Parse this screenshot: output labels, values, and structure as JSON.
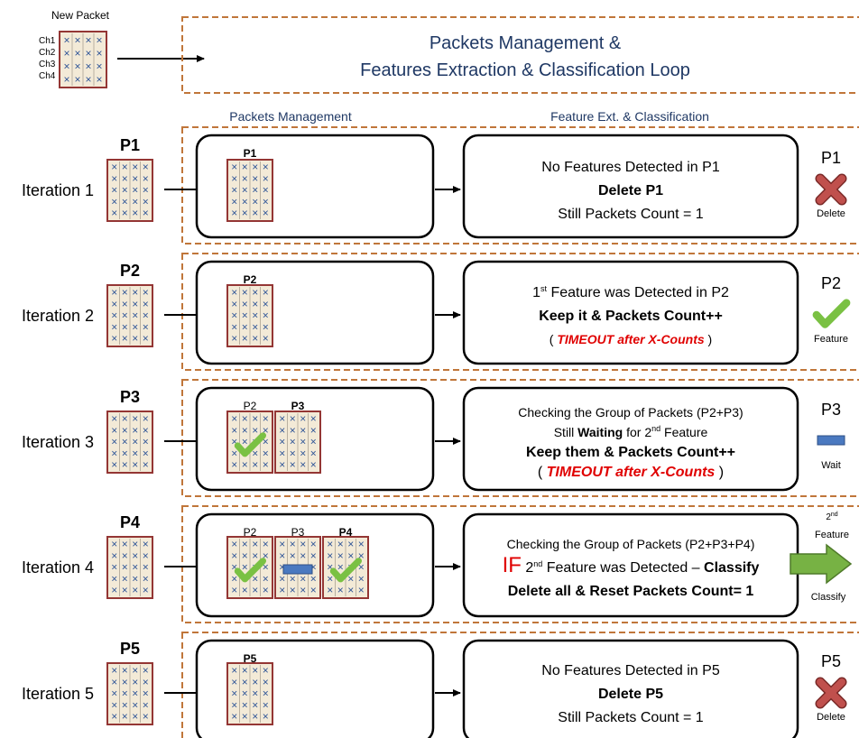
{
  "colors": {
    "packet_border": "#943634",
    "packet_fill": "#f3ead7",
    "x_mark": "#2f5597",
    "frame_dash": "#c0763a",
    "title_text": "#1f3864",
    "timeout_red": "#e00000",
    "check_green": "#7ac143",
    "delete_red": "#c0504d",
    "wait_blue": "#4a79c0",
    "arrow_green": "#77b244"
  },
  "new_packet": {
    "label": "New Packet",
    "channels": [
      "Ch1",
      "Ch2",
      "Ch3",
      "Ch4"
    ]
  },
  "header": {
    "line1": "Packets Management &",
    "line2": "Features Extraction & Classification Loop"
  },
  "columns": {
    "management": "Packets Management",
    "classification": "Feature Ext. & Classification"
  },
  "mark_glyph": "×",
  "iterations": [
    {
      "label": "Iteration 1",
      "packet": "P1",
      "buffer": [
        {
          "label": "P1",
          "bold": true,
          "overlay": ""
        }
      ],
      "text": [
        {
          "segs": [
            {
              "t": "No Features Detected in P1"
            }
          ]
        },
        {
          "segs": [
            {
              "t": "Delete P1",
              "b": true
            }
          ]
        },
        {
          "segs": [
            {
              "t": "Still Packets Count = 1"
            }
          ]
        }
      ],
      "result": {
        "label": "P1",
        "icon": "delete",
        "caption": "Delete"
      }
    },
    {
      "label": "Iteration 2",
      "packet": "P2",
      "buffer": [
        {
          "label": "P2",
          "bold": true,
          "overlay": ""
        }
      ],
      "text": [
        {
          "segs": [
            {
              "t": "1"
            },
            {
              "t": "st",
              "sup": true
            },
            {
              "t": " Feature was Detected in P2"
            }
          ]
        },
        {
          "segs": [
            {
              "t": "Keep it & Packets Count++",
              "b": true
            }
          ]
        },
        {
          "small": true,
          "segs": [
            {
              "t": "( "
            },
            {
              "t": "TIMEOUT after X-Counts",
              "b": true,
              "i": true,
              "red": true
            },
            {
              "t": " )"
            }
          ]
        }
      ],
      "result": {
        "label": "P2",
        "icon": "check",
        "caption": "Feature"
      }
    },
    {
      "label": "Iteration 3",
      "packet": "P3",
      "buffer": [
        {
          "label": "P2",
          "bold": false,
          "overlay": "check"
        },
        {
          "label": "P3",
          "bold": true,
          "overlay": ""
        }
      ],
      "text": [
        {
          "small": true,
          "segs": [
            {
              "t": "Checking the Group of Packets (P2+P3)"
            }
          ]
        },
        {
          "small": true,
          "segs": [
            {
              "t": "Still "
            },
            {
              "t": "Waiting",
              "b": true
            },
            {
              "t": " for 2"
            },
            {
              "t": "nd",
              "sup": true
            },
            {
              "t": " Feature"
            }
          ]
        },
        {
          "segs": [
            {
              "t": "Keep them & Packets Count++",
              "b": true
            }
          ]
        },
        {
          "segs": [
            {
              "t": "( "
            },
            {
              "t": "TIMEOUT after X-Counts",
              "b": true,
              "i": true,
              "red": true
            },
            {
              "t": " )"
            }
          ]
        }
      ],
      "result": {
        "label": "P3",
        "icon": "wait",
        "caption": "Wait"
      }
    },
    {
      "label": "Iteration 4",
      "packet": "P4",
      "buffer": [
        {
          "label": "P2",
          "bold": false,
          "overlay": "check"
        },
        {
          "label": "P3",
          "bold": false,
          "overlay": "wait"
        },
        {
          "label": "P4",
          "bold": true,
          "overlay": "check"
        }
      ],
      "text": [
        {
          "small": true,
          "segs": [
            {
              "t": "Checking the Group of Packets (P2+P3+P4)"
            }
          ]
        },
        {
          "segs": [
            {
              "t": "IF",
              "red": true,
              "big": true
            },
            {
              "t": " 2"
            },
            {
              "t": "nd",
              "sup": true
            },
            {
              "t": " Feature was Detected – "
            },
            {
              "t": "Classify",
              "b": true
            }
          ]
        },
        {
          "segs": [
            {
              "t": "Delete all & Reset Packets Count= 1",
              "b": true
            }
          ]
        }
      ],
      "result": {
        "icon": "classify",
        "top1": "2",
        "top1_sup": "nd",
        "top2": "Feature",
        "caption": "Classify"
      }
    },
    {
      "label": "Iteration 5",
      "packet": "P5",
      "buffer": [
        {
          "label": "P5",
          "bold": true,
          "overlay": ""
        }
      ],
      "text": [
        {
          "segs": [
            {
              "t": "No Features Detected in P5"
            }
          ]
        },
        {
          "segs": [
            {
              "t": "Delete P5",
              "b": true
            }
          ]
        },
        {
          "segs": [
            {
              "t": "Still Packets Count = 1"
            }
          ]
        }
      ],
      "result": {
        "label": "P5",
        "icon": "delete",
        "caption": "Delete"
      }
    }
  ]
}
